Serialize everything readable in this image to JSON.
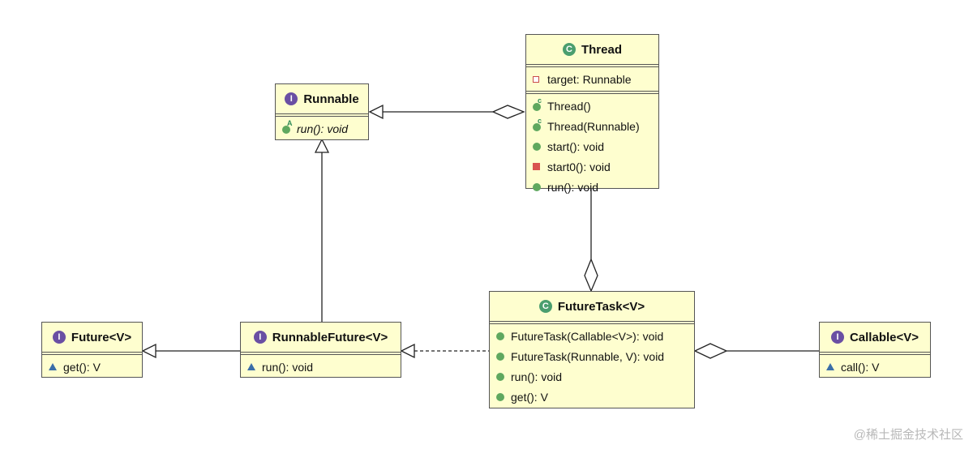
{
  "colors": {
    "box_fill": "#fefecf",
    "box_border": "#555555",
    "class_badge": "#4a9e6e",
    "interface_badge": "#6a4fa3",
    "public_method": "#5fa85f",
    "private_method": "#d9534f",
    "private_field": "#c94a4a",
    "package_method": "#3b6ea8"
  },
  "nodes": {
    "thread": {
      "name": "Thread",
      "badge_letter": "C",
      "fields": [
        {
          "text": "target: Runnable",
          "icon": "private-field-icon"
        }
      ],
      "methods": [
        {
          "text": "Thread()",
          "icon": "constructor-icon",
          "sup": "c"
        },
        {
          "text": "Thread(Runnable)",
          "icon": "constructor-icon",
          "sup": "c"
        },
        {
          "text": "start(): void",
          "icon": "public-method-icon"
        },
        {
          "text": "start0(): void",
          "icon": "private-method-icon"
        },
        {
          "text": "run(): void",
          "icon": "public-method-icon"
        }
      ]
    },
    "runnable": {
      "name": "Runnable",
      "badge_letter": "I",
      "methods": [
        {
          "text": "run(): void",
          "icon": "abstract-method-icon",
          "sup": "A",
          "italic": true
        }
      ]
    },
    "future": {
      "name": "Future<V>",
      "badge_letter": "I",
      "methods": [
        {
          "text": "get(): V",
          "icon": "package-method-icon"
        }
      ]
    },
    "runnable_future": {
      "name": "RunnableFuture<V>",
      "badge_letter": "I",
      "methods": [
        {
          "text": "run(): void",
          "icon": "package-method-icon"
        }
      ]
    },
    "future_task": {
      "name": "FutureTask<V>",
      "badge_letter": "C",
      "methods": [
        {
          "text": "FutureTask(Callable<V>): void",
          "icon": "public-method-icon"
        },
        {
          "text": "FutureTask(Runnable, V): void",
          "icon": "public-method-icon"
        },
        {
          "text": "run(): void",
          "icon": "public-method-icon"
        },
        {
          "text": "get(): V",
          "icon": "public-method-icon"
        }
      ]
    },
    "callable": {
      "name": "Callable<V>",
      "badge_letter": "I",
      "methods": [
        {
          "text": "call(): V",
          "icon": "package-method-icon"
        }
      ]
    }
  },
  "watermark": "@稀土掘金技术社区"
}
